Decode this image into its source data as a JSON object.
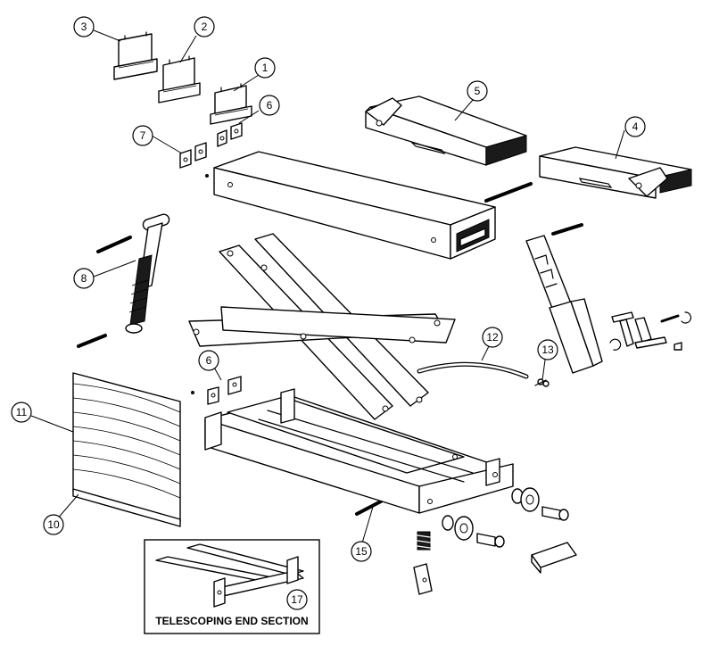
{
  "diagram": {
    "callouts": [
      "1",
      "2",
      "3",
      "4",
      "5",
      "6",
      "6",
      "7",
      "8",
      "10",
      "11",
      "12",
      "13",
      "15",
      "17"
    ],
    "inset_caption": "TELESCOPING END SECTION"
  }
}
